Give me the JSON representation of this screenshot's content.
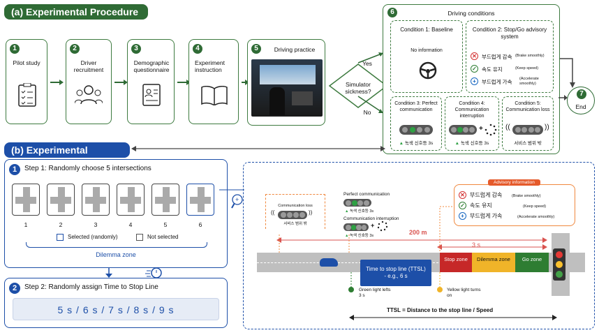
{
  "section_a": {
    "title": "(a) Experimental Procedure"
  },
  "section_b": {
    "title": "(b) Experimental Design"
  },
  "steps": [
    {
      "num": "1",
      "label": "Pilot study"
    },
    {
      "num": "2",
      "label": "Driver recruitment"
    },
    {
      "num": "3",
      "label": "Demographic questionnaire"
    },
    {
      "num": "4",
      "label": "Experiment instruction"
    },
    {
      "num": "5",
      "label": "Driving practice"
    }
  ],
  "decision": {
    "label": "Simulator sickness?",
    "yes": "Yes",
    "no": "No"
  },
  "driving_conditions": {
    "num": "6",
    "title": "Driving conditions",
    "c1": {
      "title": "Condition 1: Baseline",
      "text": "No information"
    },
    "c2": {
      "title": "Condition 2: Stop/Go advisory system",
      "items": [
        {
          "kr": "부드럽게 감속",
          "en": "(Brake smoothly)",
          "color": "#d32f2f",
          "symbol": "✕"
        },
        {
          "kr": "속도 유지",
          "en": "(Keep speed)",
          "color": "#2e7d32",
          "symbol": "✓"
        },
        {
          "kr": "부드럽게 가속",
          "en": "(Accelerate smoothly)",
          "color": "#1565c0",
          "symbol": "+"
        }
      ]
    },
    "c3": {
      "title": "Condition 3: Perfect communication",
      "caption": "녹색 신호등 3s"
    },
    "c4": {
      "title": "Condition 4: Communication interruption",
      "caption": "녹색 신호등 3s"
    },
    "c5": {
      "title": "Condition 5: Communication loss",
      "caption": "서비스 범위 밖"
    }
  },
  "end": {
    "num": "7",
    "label": "End"
  },
  "step_b1": {
    "num": "1",
    "label": "Step 1:  Randomly choose 5 intersections",
    "intersections": [
      "1",
      "2",
      "3",
      "4",
      "5",
      "6"
    ],
    "legend_selected": "Selected (randomly)",
    "legend_not": "Not selected",
    "dilemma": "Dilemma zone"
  },
  "step_b2": {
    "num": "2",
    "label": "Step 2:  Randomly assign Time to Stop Line",
    "values": "5 s   /   6 s   /   7 s   /   8 s   /   9 s"
  },
  "scenario": {
    "comm_loss": "Communication loss",
    "comm_loss_kr": "서비스 범위 밖",
    "perfect": "Perfect communication",
    "perfect_kr": "녹색 신호등 3s",
    "interruption": "Communication interruption",
    "interruption_kr": "녹색 신호등 3s",
    "dist": "200 m",
    "three_s": "3 s",
    "advisory_title": "Advisory information",
    "adv_items": [
      {
        "kr": "부드럽게 감속",
        "en": "(Brake smoothly)",
        "color": "#d32f2f",
        "symbol": "✕"
      },
      {
        "kr": "속도 유지",
        "en": "(Keep speed)",
        "color": "#2e7d32",
        "symbol": "✓"
      },
      {
        "kr": "부드럽게 가속",
        "en": "(Accelerate smoothly)",
        "color": "#1565c0",
        "symbol": "+"
      }
    ],
    "ttsl_box": "Time to stop line (TTSL) - e.g., 6 s",
    "stop_zone": "Stop zone",
    "dilemma_zone": "Dilemma zone",
    "go_zone": "Go zone",
    "green_left": "Green light lefts 3 s",
    "yellow_on": "Yellow light turns on",
    "formula": "TTSL = Distance to the stop line / Speed"
  }
}
